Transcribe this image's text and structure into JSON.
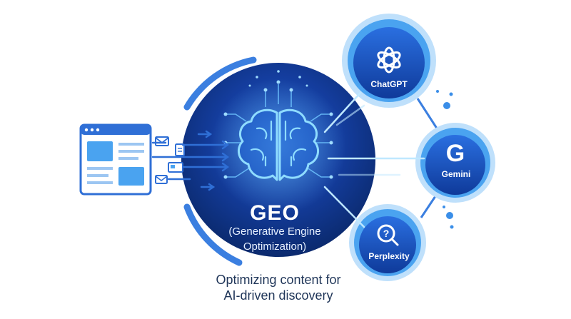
{
  "center": {
    "title": "GEO",
    "subtitle_line1": "(Generative Engine",
    "subtitle_line2": "Optimization)"
  },
  "caption": {
    "line1": "Optimizing content for",
    "line2": "AI-driven discovery"
  },
  "services": {
    "chatgpt": {
      "label": "ChatGPT",
      "icon": "openai-logo-icon"
    },
    "gemini": {
      "label": "Gemini",
      "icon": "g-letter-icon",
      "glyph": "G"
    },
    "perplexity": {
      "label": "Perplexity",
      "icon": "magnifier-question-icon",
      "glyph": "?"
    }
  },
  "colors": {
    "dark_navy": "#0b2a6e",
    "primary_blue": "#1f5fd1",
    "light_blue": "#4aa3f0",
    "glow": "#7fd3ff",
    "caption_text": "#1f3558"
  }
}
